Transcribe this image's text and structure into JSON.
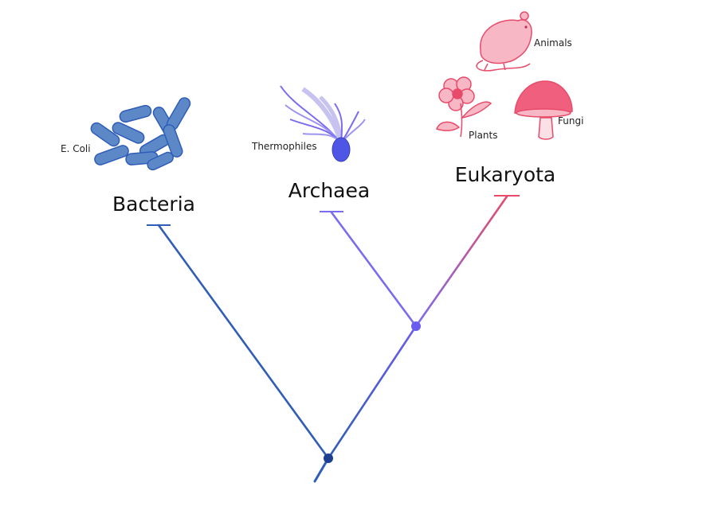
{
  "domains": {
    "bacteria": {
      "label": "Bacteria",
      "color": "#2f5db7"
    },
    "archaea": {
      "label": "Archaea",
      "color": "#7a6cf0"
    },
    "eukaryota": {
      "label": "Eukaryota",
      "color": "#e84a6a"
    }
  },
  "examples": {
    "ecoli": {
      "label": "E. Coli",
      "icon": "bacteria-rods-icon"
    },
    "thermophiles": {
      "label": "Thermophiles",
      "icon": "thermophile-icon"
    },
    "animals": {
      "label": "Animals",
      "icon": "rat-icon"
    },
    "plants": {
      "label": "Plants",
      "icon": "flower-icon"
    },
    "fungi": {
      "label": "Fungi",
      "icon": "mushroom-icon"
    }
  },
  "colors": {
    "root_node": "#1e3f8f",
    "inner_node": "#6a5cf0",
    "pink_fill": "#f7b7c4",
    "pink_stroke": "#e84a6a",
    "blue_fill": "#5d88c8",
    "blue_stroke": "#2f5db7",
    "lilac_fill": "#c7c3f0",
    "lilac_stroke": "#7a6cf0"
  }
}
